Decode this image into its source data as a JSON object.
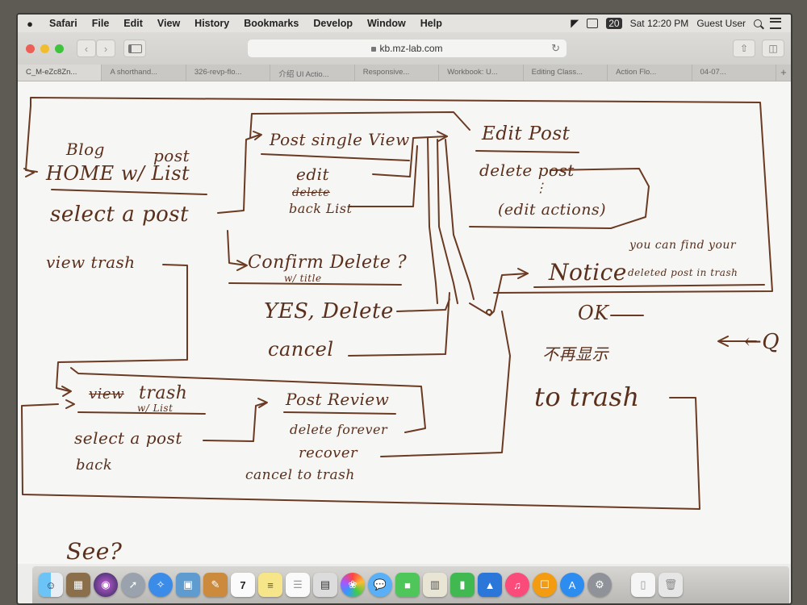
{
  "menubar": {
    "app_name": "Safari",
    "items": [
      "File",
      "Edit",
      "View",
      "History",
      "Bookmarks",
      "Develop",
      "Window",
      "Help"
    ],
    "clock": "Sat 12:20 PM",
    "user": "Guest User",
    "badge": "20"
  },
  "toolbar": {
    "url": "kb.mz-lab.com"
  },
  "tabs": [
    "C_M-eZc8Zn...",
    "A shorthand...",
    "326-revp-flo...",
    "介绍 UI Actio...",
    "Responsive...",
    "Workbook: U...",
    "Editing Class...",
    "Action Flo...",
    "04-07..."
  ],
  "sketch": {
    "blog": "Blog",
    "post": "post",
    "home_list": "HOME w/ List",
    "select_a_post": "select a post",
    "view_trash": "view trash",
    "post_single_view": "Post single View",
    "edit": "edit",
    "delete_struck": "delete",
    "back_list": "back List",
    "edit_post": "Edit Post",
    "delete_post": "delete post",
    "ellipsis": "⋮",
    "edit_actions": "(edit actions)",
    "confirm_delete": "Confirm Delete ?",
    "w_title": "w/ title",
    "yes_delete": "YES, Delete",
    "cancel": "cancel",
    "you_can_find": "you can find your",
    "deleted_post_in_trash": "deleted post in trash",
    "notice": "Notice",
    "ok": "OK",
    "dont_show": "不再显示",
    "to_trash": "to trash",
    "q_arrow": "←Q",
    "view_struck": "view",
    "trash": "trash",
    "w_list": "w/ List",
    "post_review": "Post Review",
    "delete_forever": "delete forever",
    "recover": "recover",
    "cancel_to_trash": "cancel to trash",
    "select_a_post_2": "select a post",
    "back": "back",
    "see": "See?"
  },
  "dock": {
    "apps": [
      "finder-icon",
      "launchpad-grid-icon",
      "siri-icon",
      "rocket-icon",
      "safari-icon",
      "preview-icon",
      "notes-icon",
      "calendar-icon",
      "stickies-icon",
      "reminders-icon",
      "keynote-icon",
      "photos-icon",
      "messages-icon",
      "facetime-icon",
      "books-icon",
      "numbers-icon",
      "keynote2-icon",
      "itunes-icon",
      "ibooks-icon",
      "appstore-icon",
      "settings-icon",
      "document-icon",
      "trash-icon"
    ],
    "calendar_day": "7"
  },
  "colors": {
    "ink": "#5a2f1c",
    "paper": "#f6f6f4",
    "close": "#ec5f57",
    "minimize": "#f1bd2f",
    "zoom": "#3fc23e"
  }
}
